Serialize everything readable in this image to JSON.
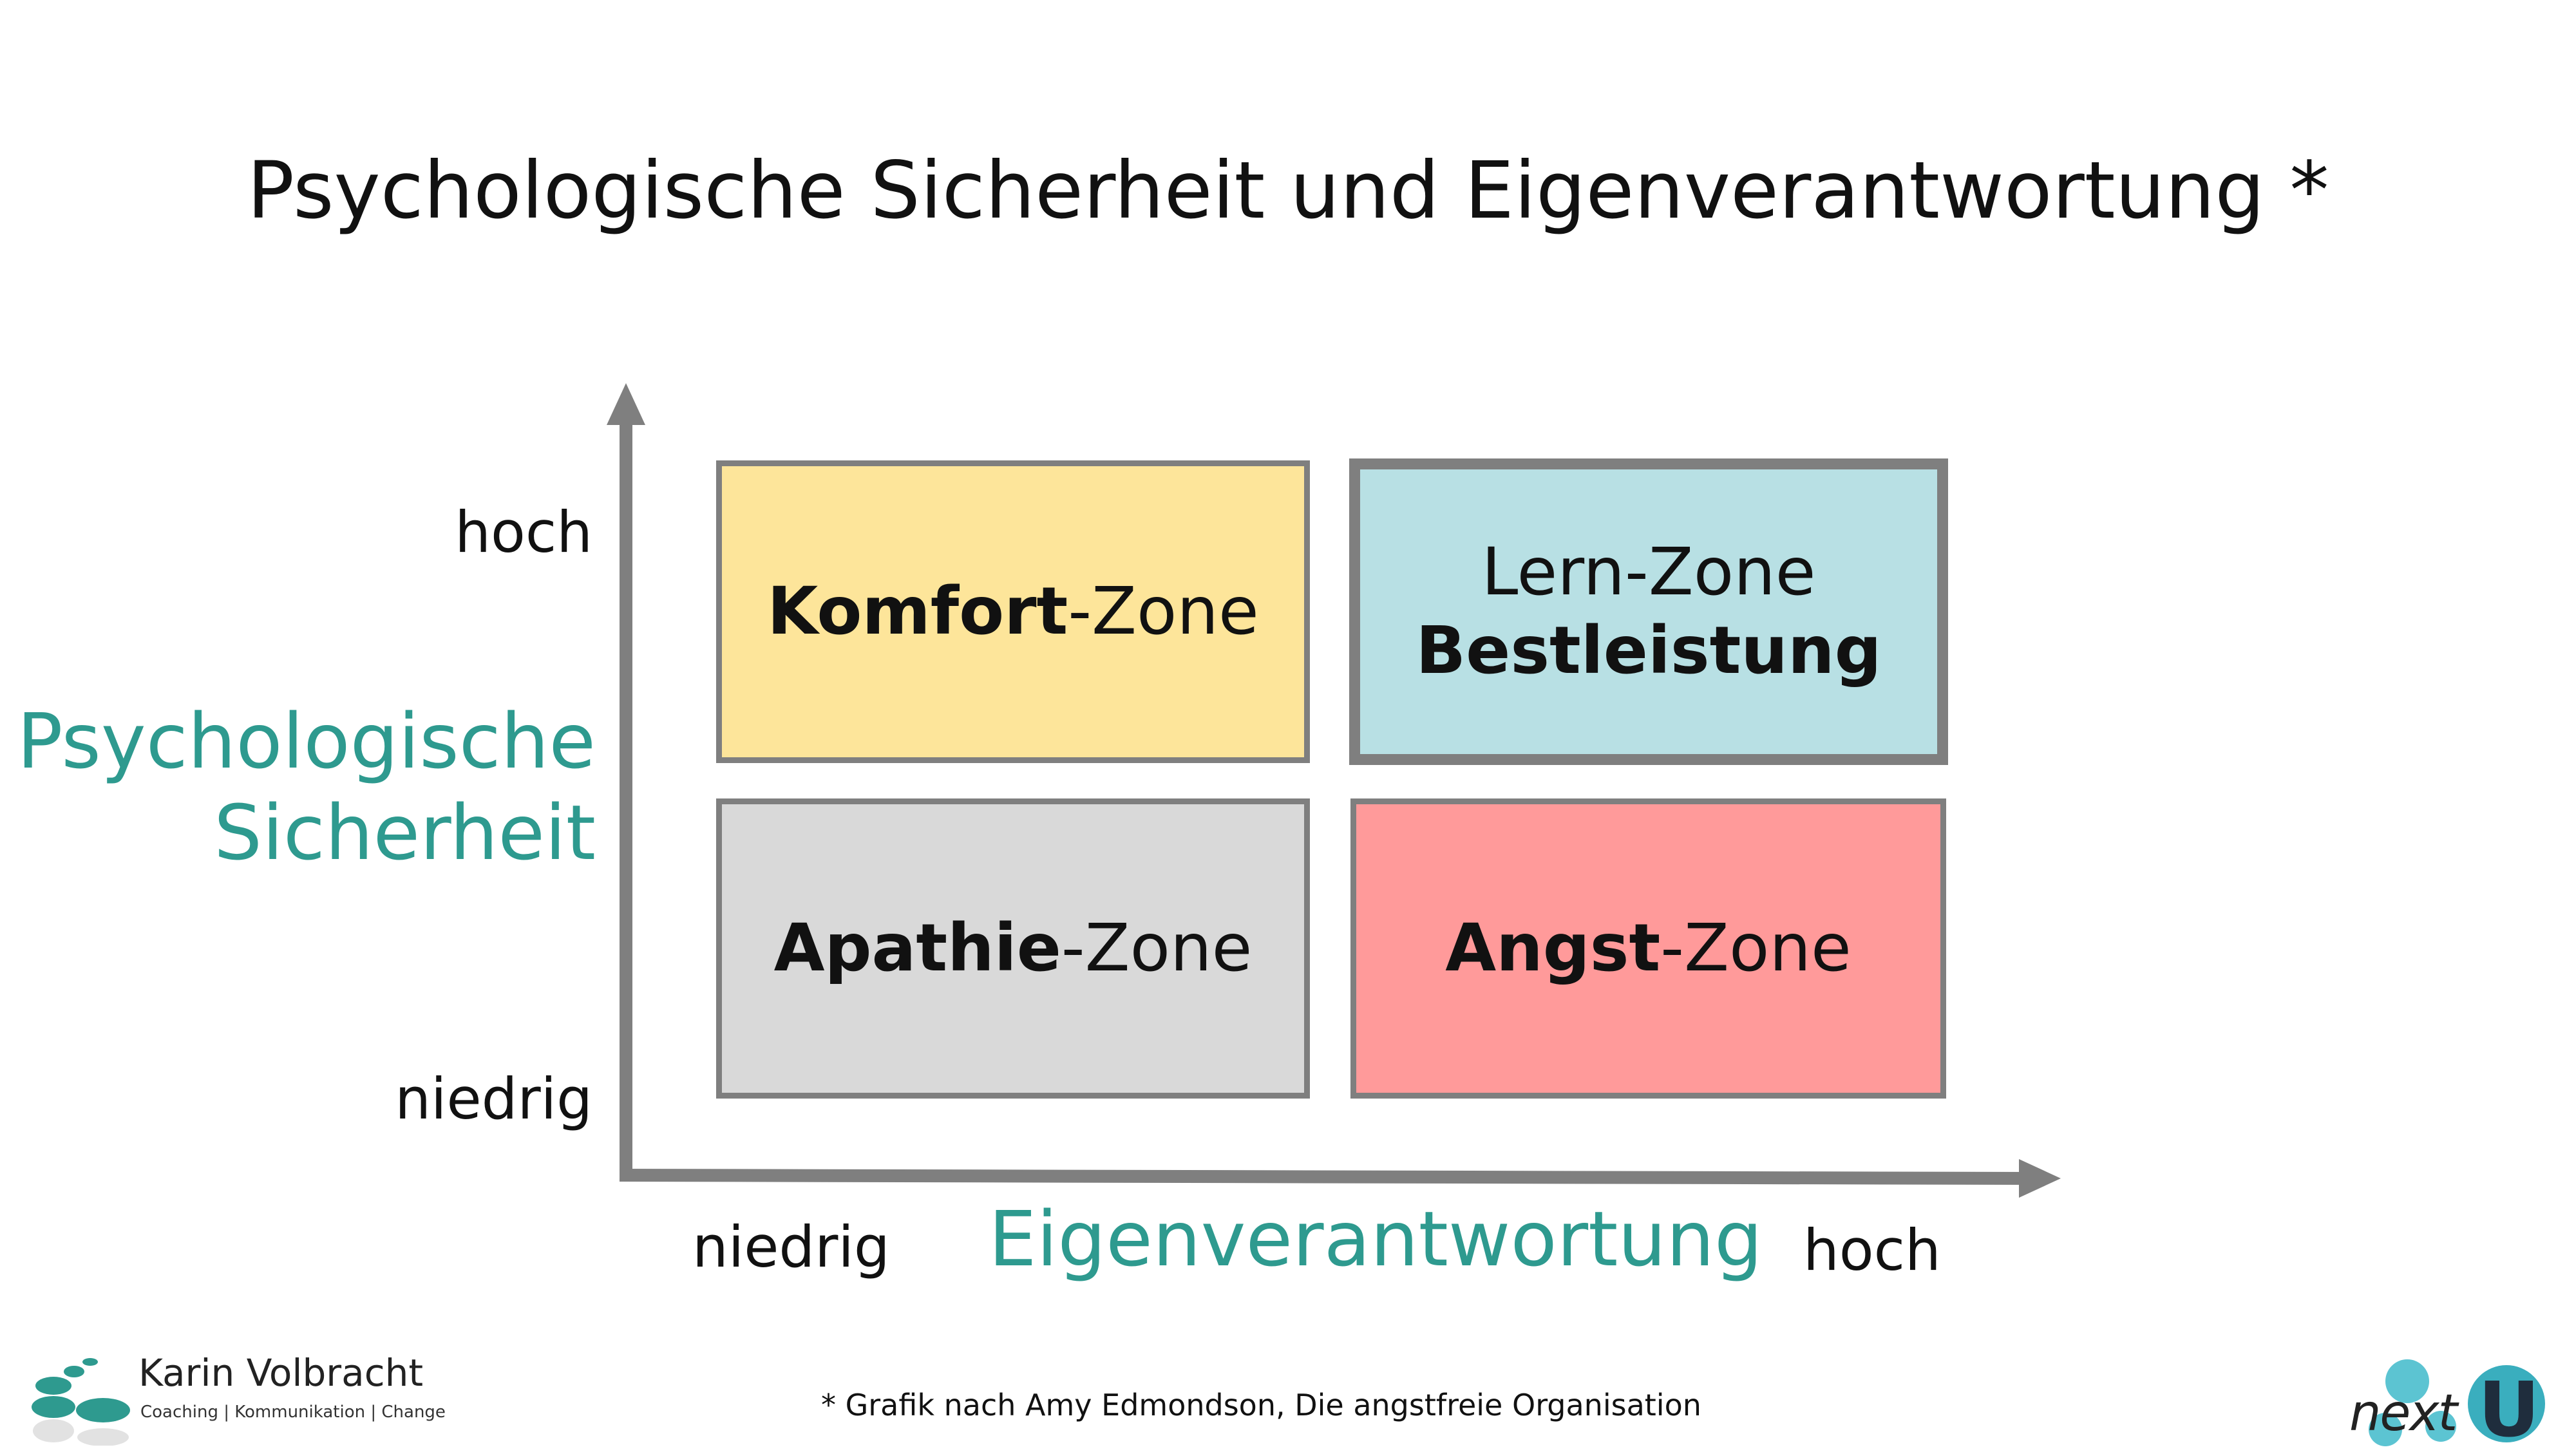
{
  "title": "Psychologische Sicherheit und Eigenverantwortung *",
  "axes": {
    "y": {
      "title_line1": "Psychologische",
      "title_line2": "Sicherheit",
      "high": "hoch",
      "low": "niedrig"
    },
    "x": {
      "title": "Eigenverantwortung",
      "low": "niedrig",
      "high": "hoch"
    }
  },
  "zones": {
    "comfort": {
      "bold": "Komfort",
      "rest": "-Zone"
    },
    "learning": {
      "line1": "Lern-Zone",
      "line2_bold": "Bestleistung"
    },
    "apathy": {
      "bold": "Apathie",
      "rest": "-Zone"
    },
    "fear": {
      "bold": "Angst",
      "rest": "-Zone"
    }
  },
  "footnote": "* Grafik nach Amy Edmondson, Die angstfreie Organisation",
  "brand": {
    "name": "Karin Volbracht",
    "tagline": "Coaching | Kommunikation | Change",
    "logo_icon": "dots-logo-icon"
  },
  "partner": {
    "text": "next",
    "u": "U",
    "logo_icon": "nextu-logo-icon"
  },
  "colors": {
    "accent_teal": "#2e9a8f",
    "axis_gray": "#7f7f7f",
    "comfort_yellow": "#fde59a",
    "learning_blue": "#b8e0e4",
    "apathy_gray": "#d9d9d9",
    "fear_red": "#ff9a9a"
  }
}
